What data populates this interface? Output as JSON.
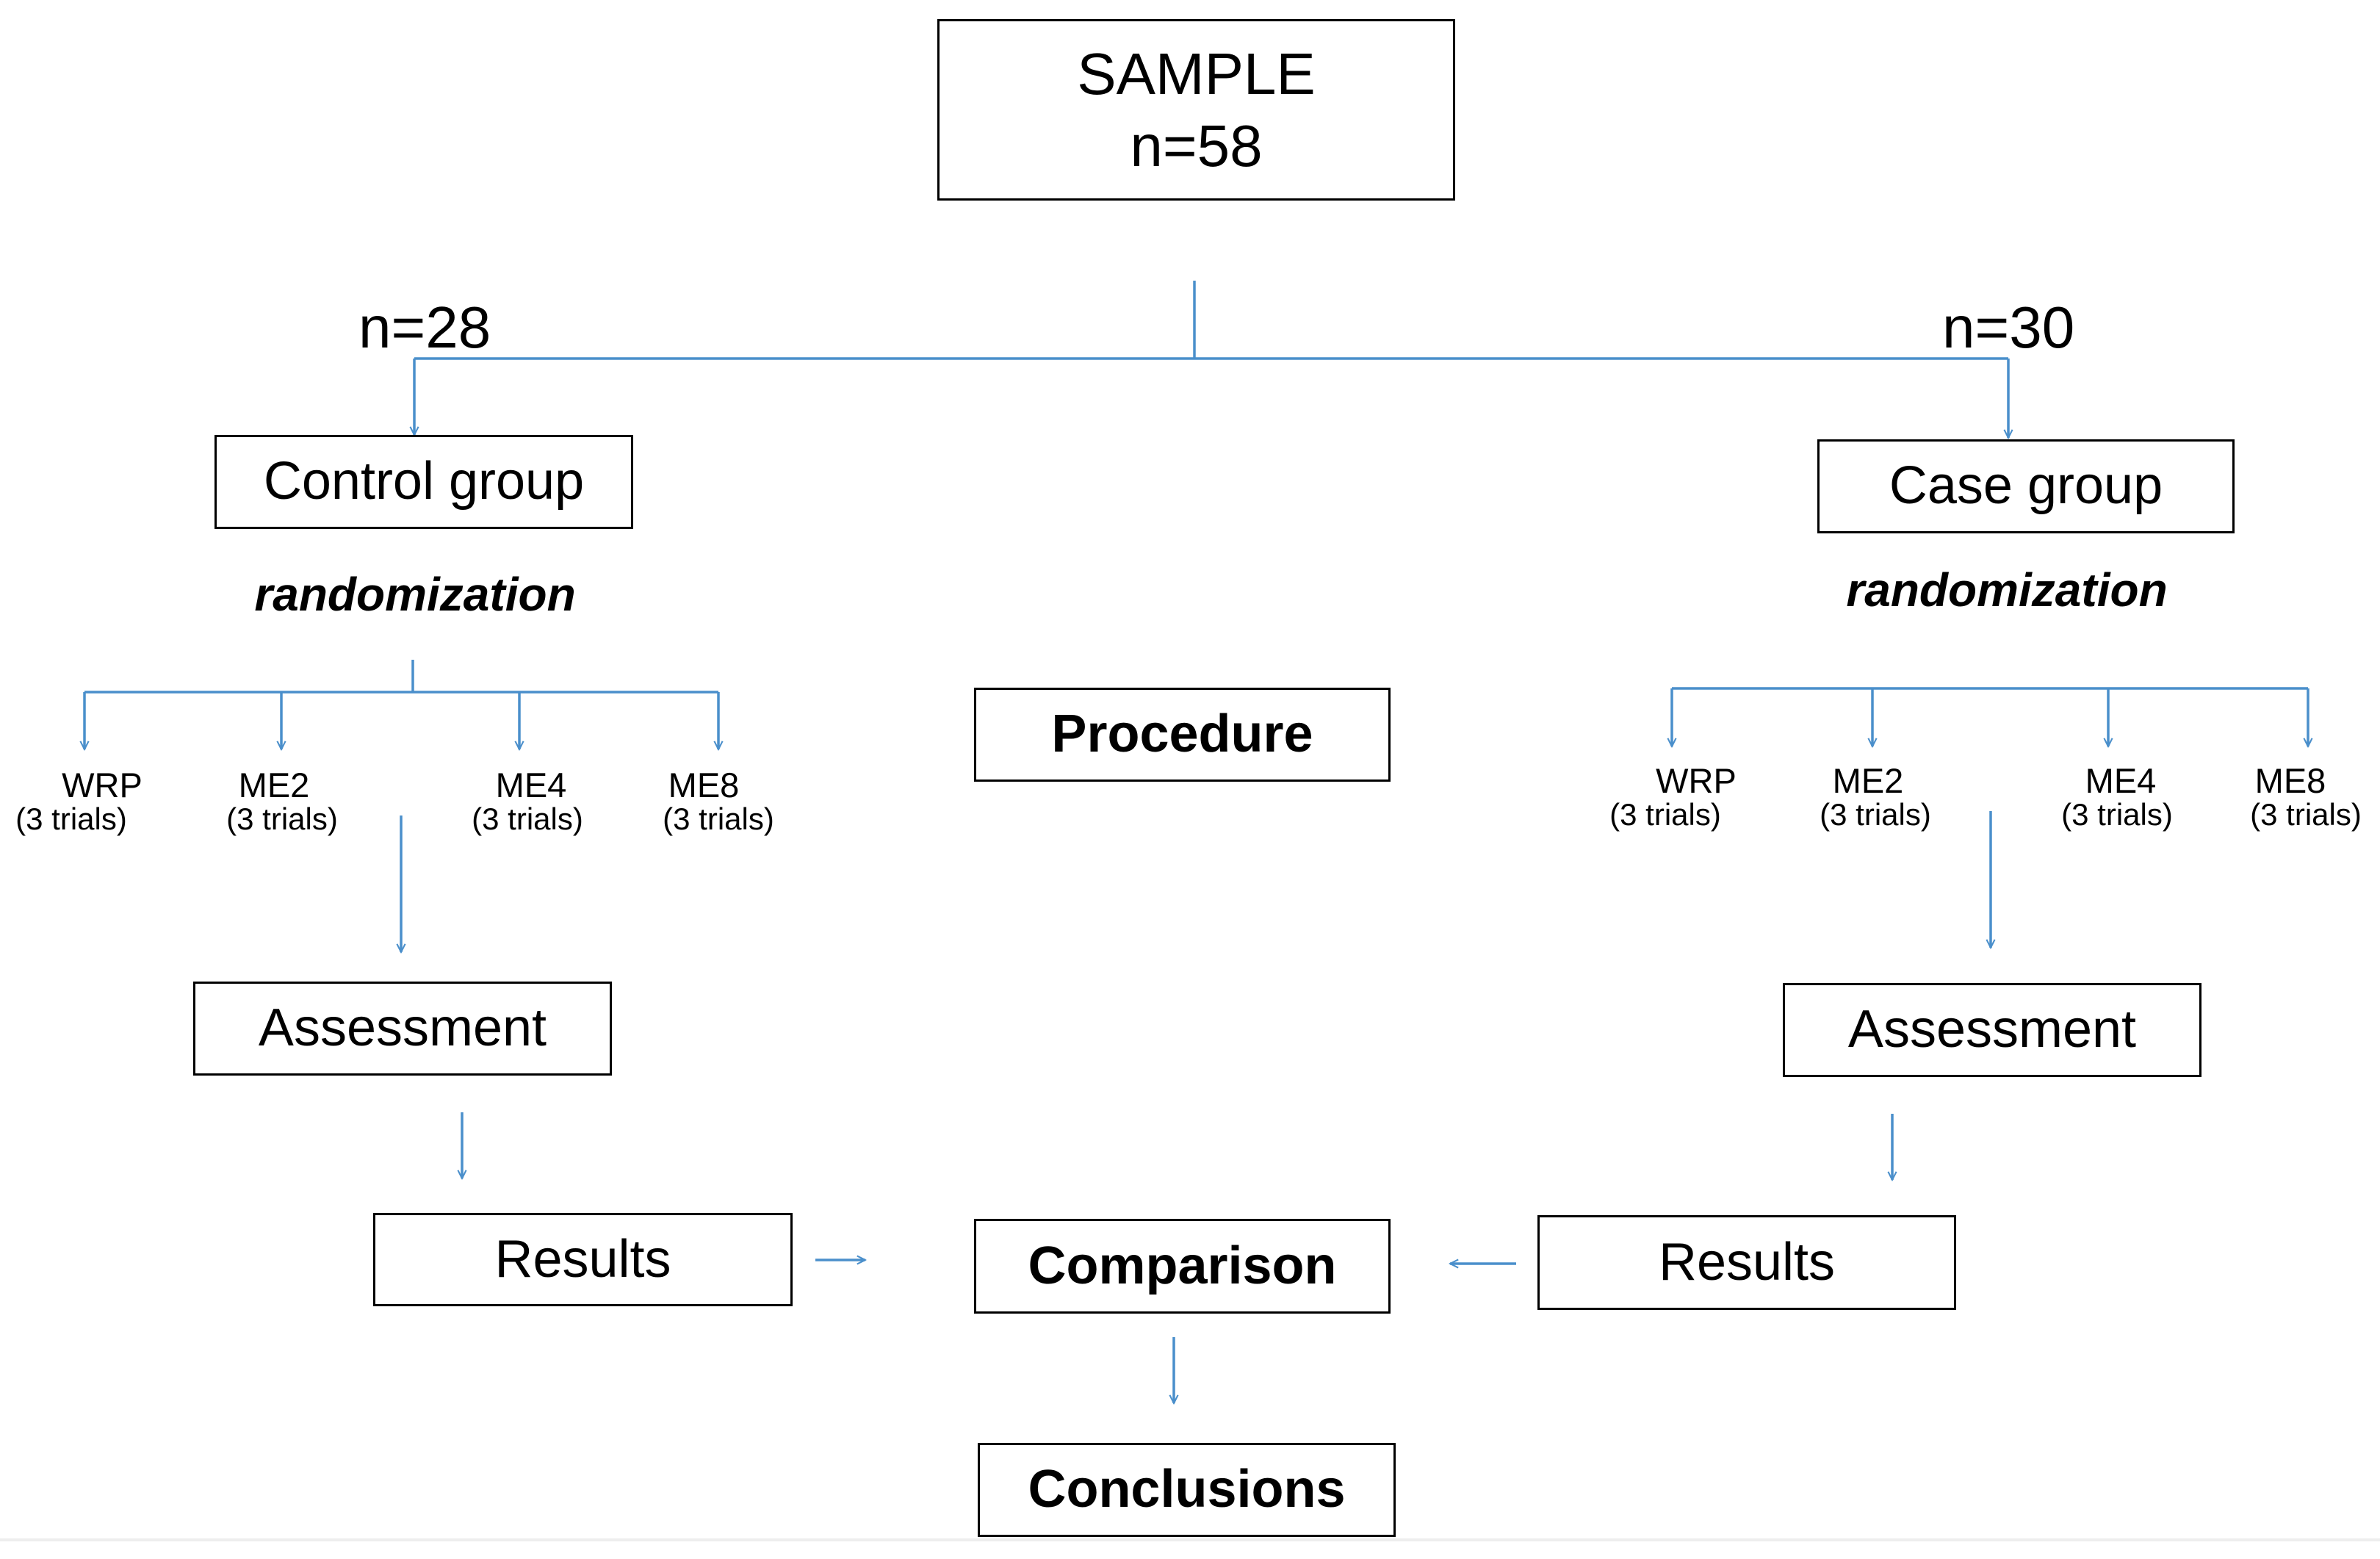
{
  "sample": {
    "title": "SAMPLE",
    "count": "n=58"
  },
  "control": {
    "count": "n=28",
    "group_label": "Control group",
    "randomization": "randomization",
    "arms": [
      {
        "name": "WRP",
        "trials": "(3 trials)"
      },
      {
        "name": "ME2",
        "trials": "(3 trials)"
      },
      {
        "name": "ME4",
        "trials": "(3 trials)"
      },
      {
        "name": "ME8",
        "trials": "(3 trials)"
      }
    ],
    "assessment": "Assessment",
    "results": "Results"
  },
  "case": {
    "count": "n=30",
    "group_label": "Case group",
    "randomization": "randomization",
    "arms": [
      {
        "name": "WRP",
        "trials": "(3 trials)"
      },
      {
        "name": "ME2",
        "trials": "(3 trials)"
      },
      {
        "name": "ME4",
        "trials": "(3 trials)"
      },
      {
        "name": "ME8",
        "trials": "(3 trials)"
      }
    ],
    "assessment": "Assessment",
    "results": "Results"
  },
  "procedure": "Procedure",
  "comparison": "Comparison",
  "conclusions": "Conclusions",
  "colors": {
    "connector": "#4a8fcb",
    "box_border": "#000000",
    "text": "#000000"
  }
}
